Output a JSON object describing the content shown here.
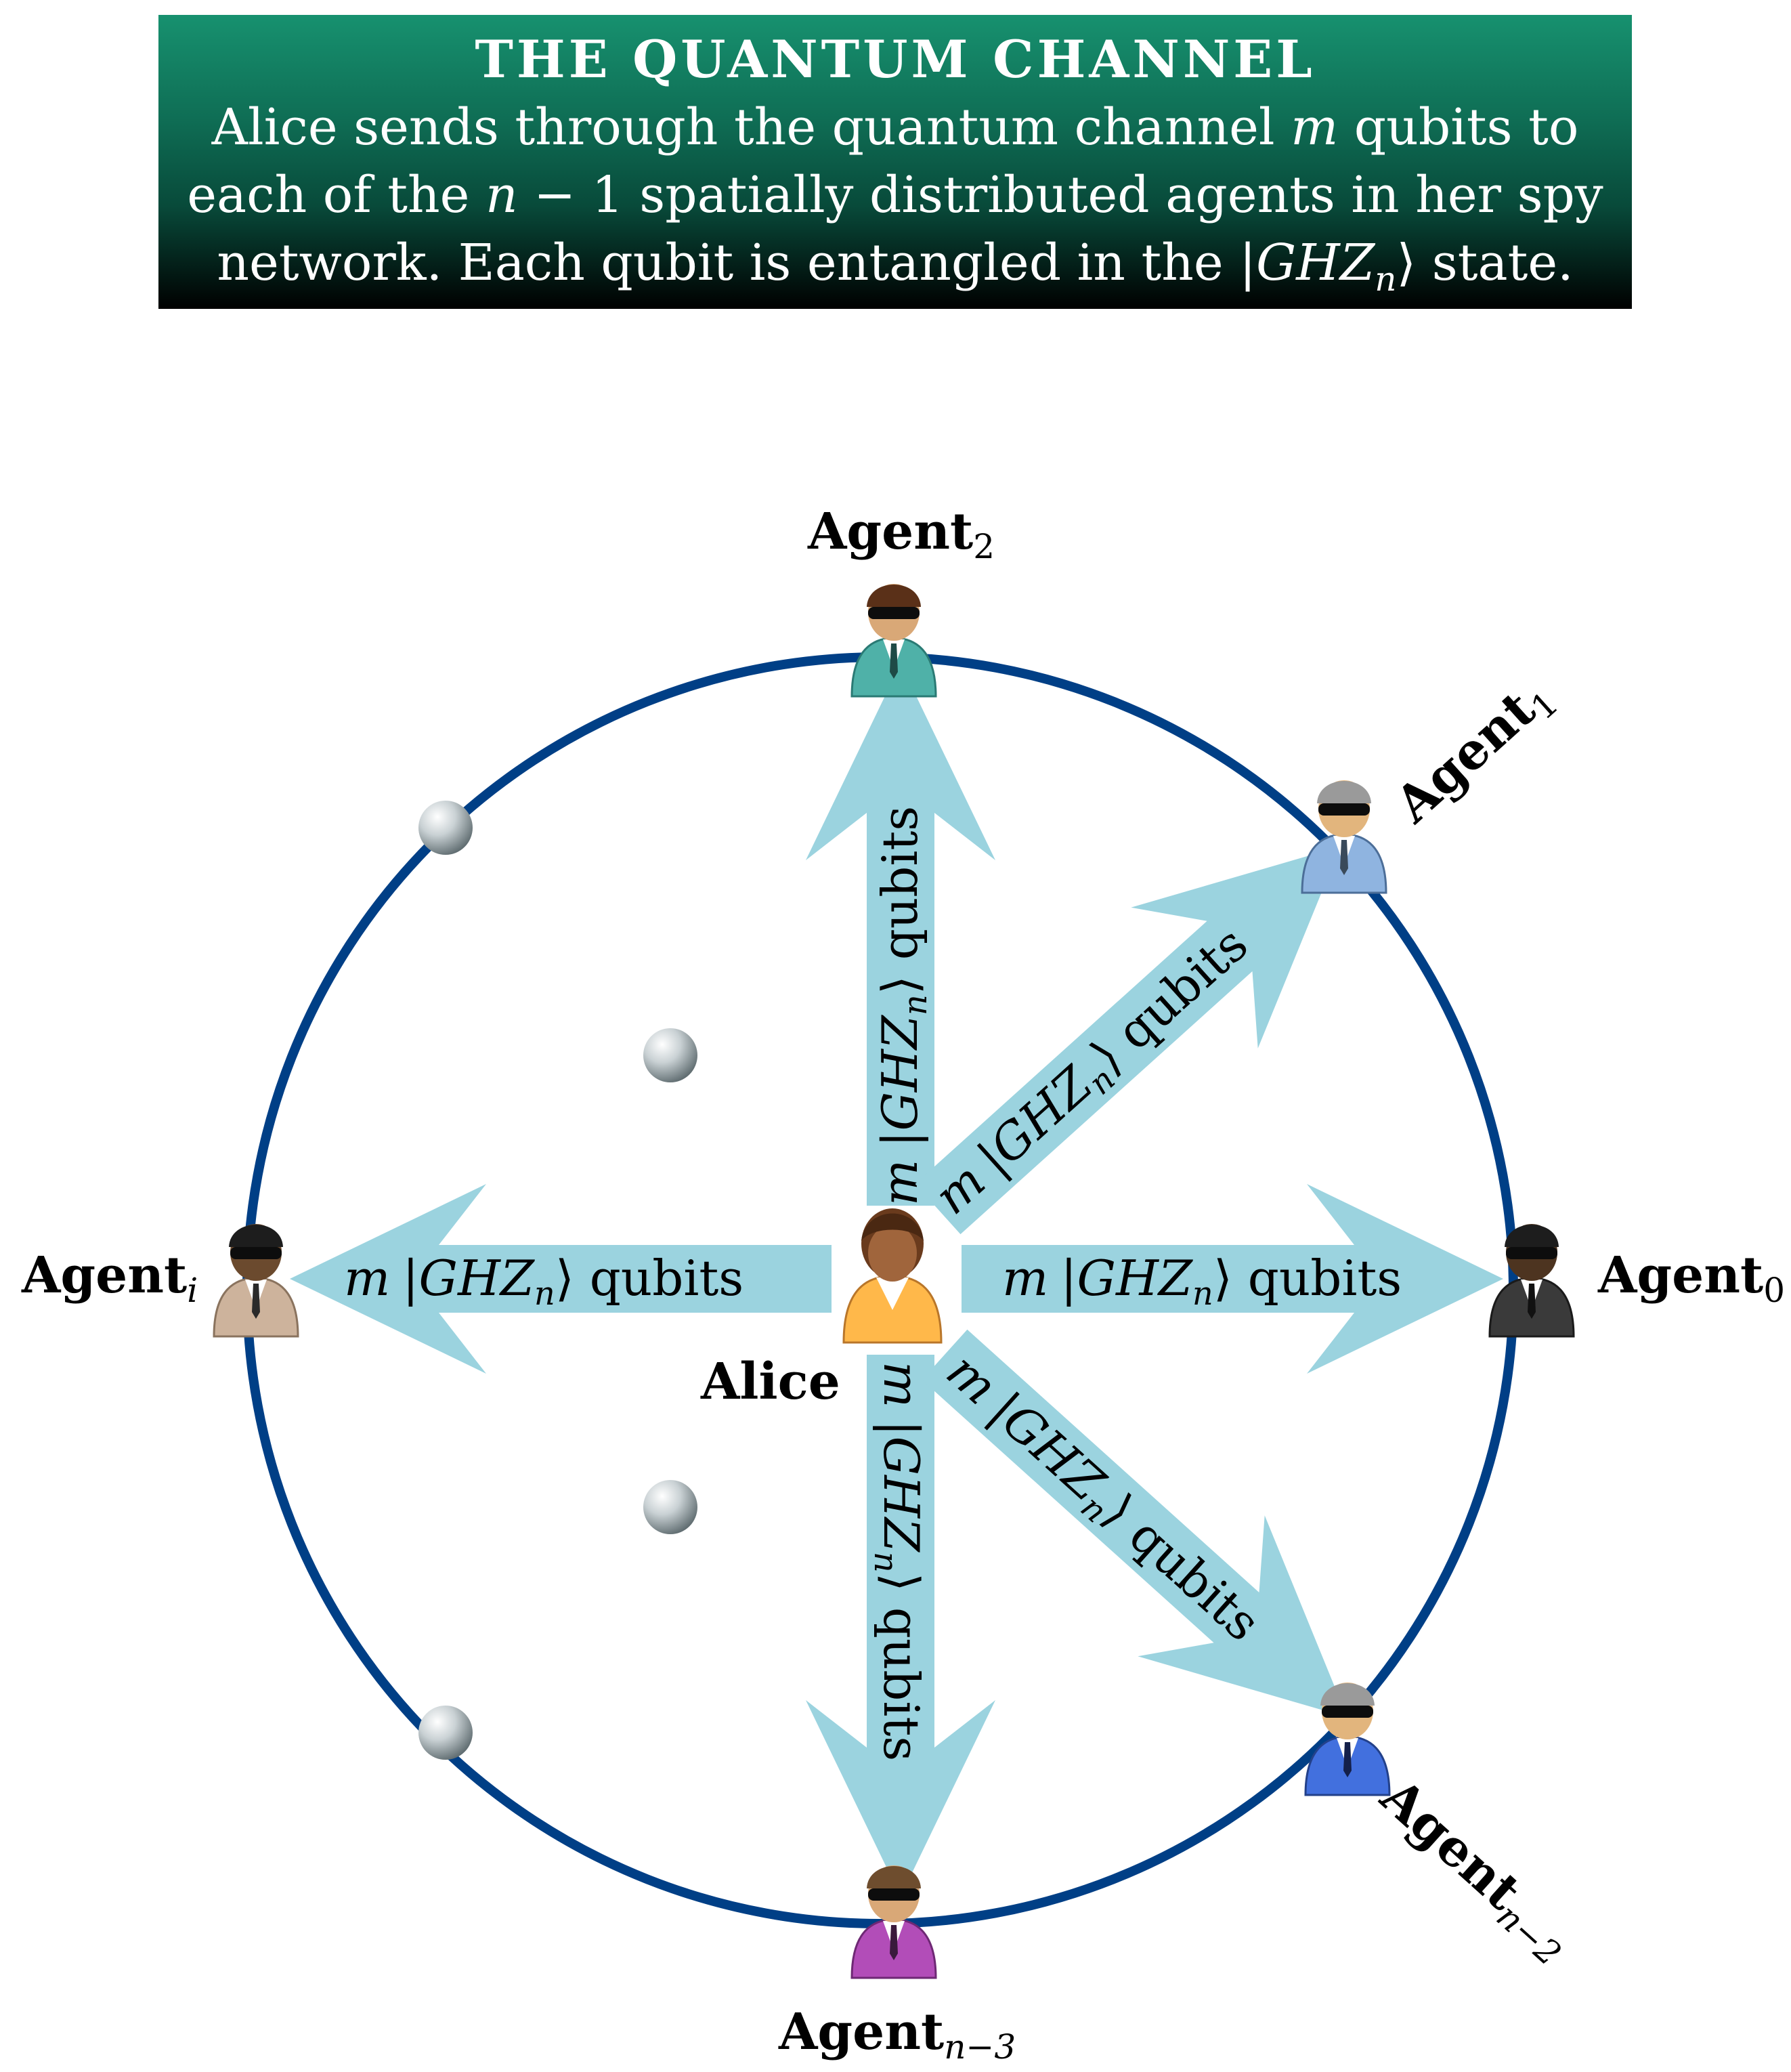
{
  "header": {
    "title": "THE  QUANTUM  CHANNEL",
    "line1_a": "Alice sends through the quantum channel ",
    "line1_m": "m",
    "line1_b": " qubits to",
    "line2_a": "each of the ",
    "line2_n": "n",
    "line2_b": " − 1 spatially distributed agents in her spy",
    "line3_a": "network.  Each qubit is entangled in the |",
    "line3_ghz": "GHZ",
    "line3_n": "n",
    "line3_b": "⟩ state."
  },
  "arrows": {
    "m": "m",
    "ket_open": "|",
    "ghz": "GHZ",
    "sub": "n",
    "ket_close": "⟩",
    "suffix": " qubits"
  },
  "center": {
    "label": "Alice"
  },
  "agents": {
    "agent_0": {
      "base": "Agent",
      "sub": "0"
    },
    "agent_1": {
      "base": "Agent",
      "sub": "1"
    },
    "agent_2": {
      "base": "Agent",
      "sub": "2"
    },
    "agent_i": {
      "base": "Agent",
      "sub": "i"
    },
    "agent_n3": {
      "base": "Agent",
      "sub": "n−3"
    },
    "agent_n2": {
      "base": "Agent",
      "sub": "n−2"
    }
  },
  "colors": {
    "circle": "#003f86",
    "arrow": "#9bd3df",
    "header_top": "#17916f",
    "header_bottom": "#000000",
    "agent_0_suit": "#3a3a3a",
    "agent_1_suit": "#8fb4e0",
    "agent_2_suit": "#4fb1a8",
    "agent_i_suit": "#cdb39c",
    "agent_n3_suit": "#b24db8",
    "agent_n2_suit": "#4270de",
    "alice_top": "#ffb84a"
  }
}
